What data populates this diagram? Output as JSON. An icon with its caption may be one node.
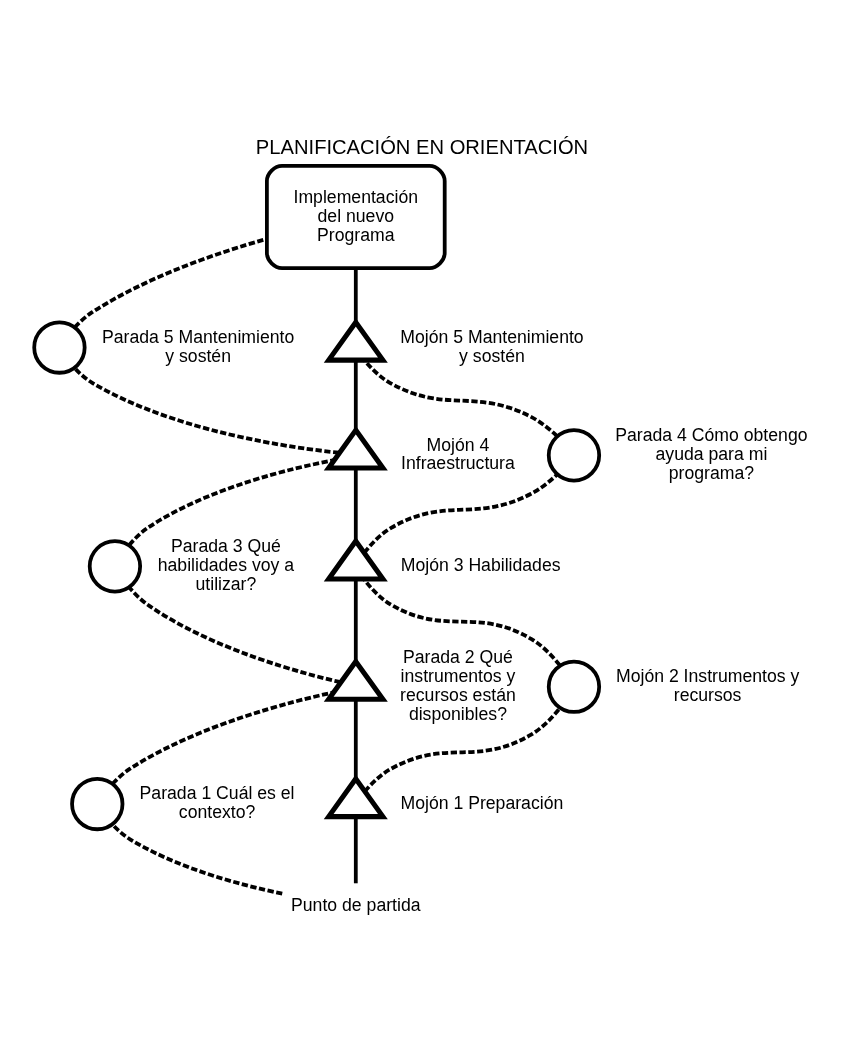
{
  "diagram": {
    "title": "PLANIFICACIÓN EN ORIENTACIÓN",
    "nodes": [
      {
        "text": [
          "Implementación del nuevo Programa"
        ]
      },
      {
        "text": [],
        "shape": "circle",
        "beside": [
          "Parada 5 Mantenimiento y sostén"
        ]
      },
      {
        "text": [],
        "shape": "triangle",
        "beside": [
          "Mojón 5 Mantenimiento y sostén"
        ]
      },
      {
        "text": [],
        "shape": "circle",
        "beside": [
          "Parada 4 Cómo obtengo ayuda para mi programa?"
        ]
      },
      {
        "text": [],
        "shape": "triangle",
        "beside": [
          "Mojón 4 Infraestructura"
        ]
      },
      {
        "text": [],
        "shape": "circle",
        "beside": [
          "Parada 3 Qué habilidades voy a utilizar?"
        ]
      },
      {
        "text": [],
        "shape": "triangle",
        "beside": [
          "Mojón 3 Habilidades"
        ]
      },
      {
        "text": [],
        "shape": "triangle",
        "beside": [
          "Parada 2 Qué instrumentos y recursos están disponibles?"
        ]
      },
      {
        "text": [],
        "shape": "circle",
        "beside": [
          "Mojón 2 Instrumentos y recursos"
        ]
      },
      {
        "text": [],
        "shape": "triangle",
        "beside": [
          "Mojón 1 Preparación"
        ]
      },
      {
        "text": [],
        "shape": "circle",
        "beside": [
          "Parada 1 Cuál es el contexto?"
        ]
      },
      {
        "text": [
          "Punto de partida"
        ]
      }
    ],
    "edges": [
      {
        "from": 11,
        "to": 9,
        "arrow": "none"
      },
      {
        "from": 9,
        "to": 7,
        "arrow": "none"
      },
      {
        "from": 7,
        "to": 6,
        "arrow": "none"
      },
      {
        "from": 6,
        "to": 4,
        "arrow": "none"
      },
      {
        "from": 4,
        "to": 2,
        "arrow": "none"
      },
      {
        "from": 2,
        "to": 0,
        "arrow": "none"
      },
      {
        "from": 11,
        "to": 10,
        "arrow": "none",
        "style": "dashed"
      },
      {
        "from": 10,
        "to": 7,
        "arrow": "none",
        "style": "dashed"
      },
      {
        "from": 9,
        "to": 8,
        "arrow": "none",
        "style": "dashed"
      },
      {
        "from": 8,
        "to": 6,
        "arrow": "none",
        "style": "dashed"
      },
      {
        "from": 7,
        "to": 5,
        "arrow": "none",
        "style": "dashed"
      },
      {
        "from": 5,
        "to": 4,
        "arrow": "none",
        "style": "dashed"
      },
      {
        "from": 6,
        "to": 3,
        "arrow": "none",
        "style": "dashed"
      },
      {
        "from": 3,
        "to": 2,
        "arrow": "none",
        "style": "dashed"
      },
      {
        "from": 4,
        "to": 1,
        "arrow": "none",
        "style": "dashed"
      },
      {
        "from": 1,
        "to": 0,
        "arrow": "none",
        "style": "dashed"
      }
    ]
  }
}
